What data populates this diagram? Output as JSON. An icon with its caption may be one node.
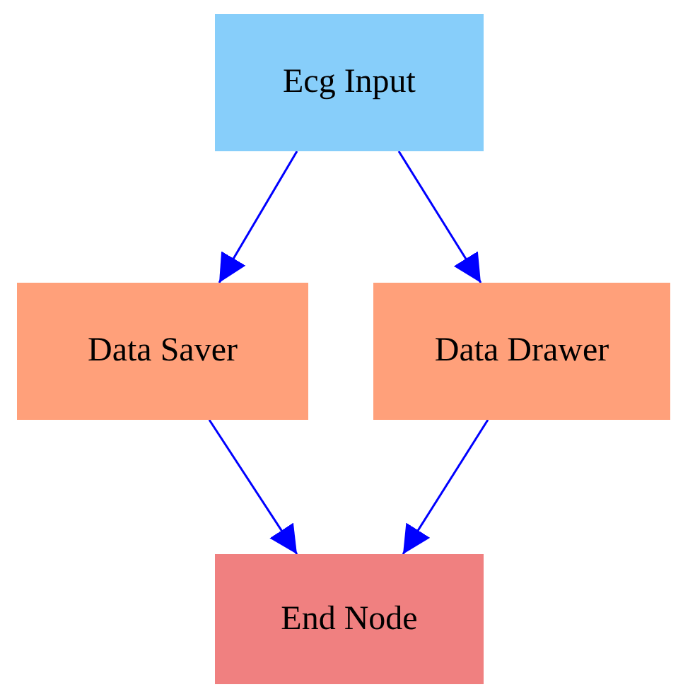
{
  "diagram": {
    "nodes": [
      {
        "text": [
          "Ecg Input"
        ]
      },
      {
        "text": [
          "Data Saver"
        ]
      },
      {
        "text": [
          "Data Drawer"
        ]
      },
      {
        "text": [
          "End Node"
        ]
      }
    ],
    "edges": [
      {
        "from": 0,
        "to": 1,
        "arrow": "to"
      },
      {
        "from": 0,
        "to": 2,
        "arrow": "to"
      },
      {
        "from": 1,
        "to": 3,
        "arrow": "to"
      },
      {
        "from": 2,
        "to": 3,
        "arrow": "to"
      }
    ]
  }
}
